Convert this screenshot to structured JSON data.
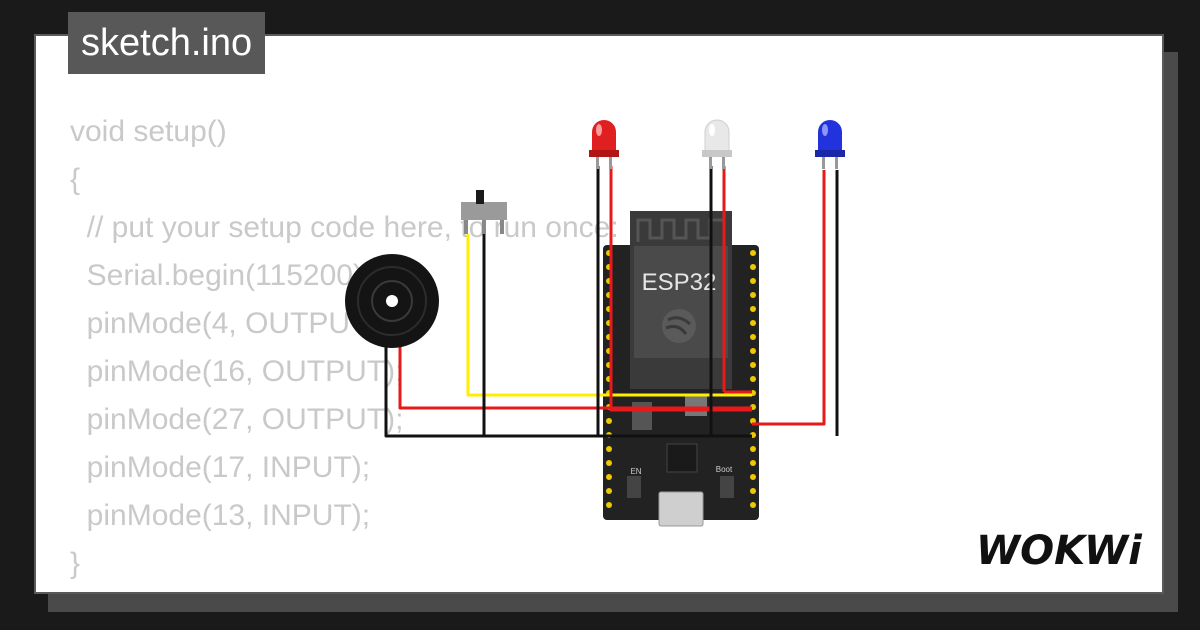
{
  "file_tab": {
    "label": "sketch.ino"
  },
  "code_lines": [
    "void setup()",
    "{",
    "  // put your setup code here, to run once:",
    "  Serial.begin(115200);",
    "  pinMode(4, OUTPUT);",
    "  pinMode(16, OUTPUT);",
    "  pinMode(27, OUTPUT);",
    "  pinMode(17, INPUT);",
    "  pinMode(13, INPUT);",
    "}"
  ],
  "board": {
    "label": "ESP32",
    "en_label": "EN",
    "boot_label": "Boot"
  },
  "brand": {
    "logo_text": "WOKWi"
  },
  "colors": {
    "wire_red": "#e8191a",
    "wire_black": "#111111",
    "wire_yellow": "#ffee00",
    "led_red": "#e02020",
    "led_white": "#e8e8e8",
    "led_blue": "#2233dd",
    "board": "#222222",
    "pin": "#f0c800"
  }
}
